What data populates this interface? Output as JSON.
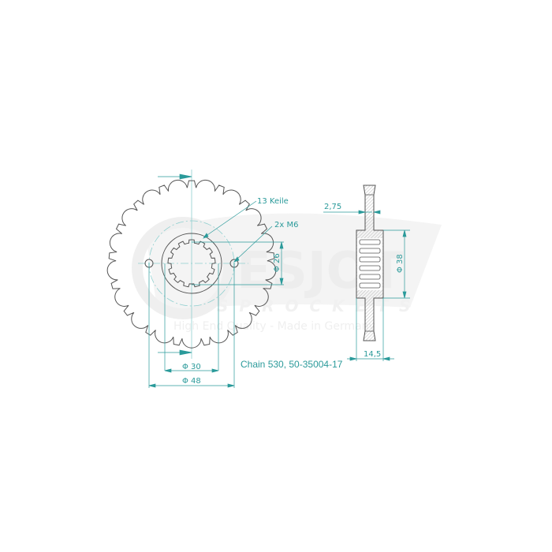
{
  "drawing": {
    "type": "sprocket-technical-drawing",
    "tooth_count": 17,
    "spline_count": 13,
    "colors": {
      "outline": "#555555",
      "dimension": "#2a9a9a",
      "centerline": "#8fcfcf",
      "hatch": "#b8b8b8",
      "watermark": "#eeeeee"
    }
  },
  "labels": {
    "splines": "13 Keile",
    "bolts": "2x M6",
    "dia_26": "Φ 26",
    "dia_30": "Φ 30",
    "dia_48": "Φ 48",
    "dia_38": "Φ 38",
    "thickness_275": "2,75",
    "width_145": "14,5"
  },
  "caption": "Chain 530, 50-35004-17",
  "watermark": {
    "brand": "ESJOT",
    "sub": "SPROCKETS",
    "tagline": "High End Quality - Made in Germany"
  }
}
